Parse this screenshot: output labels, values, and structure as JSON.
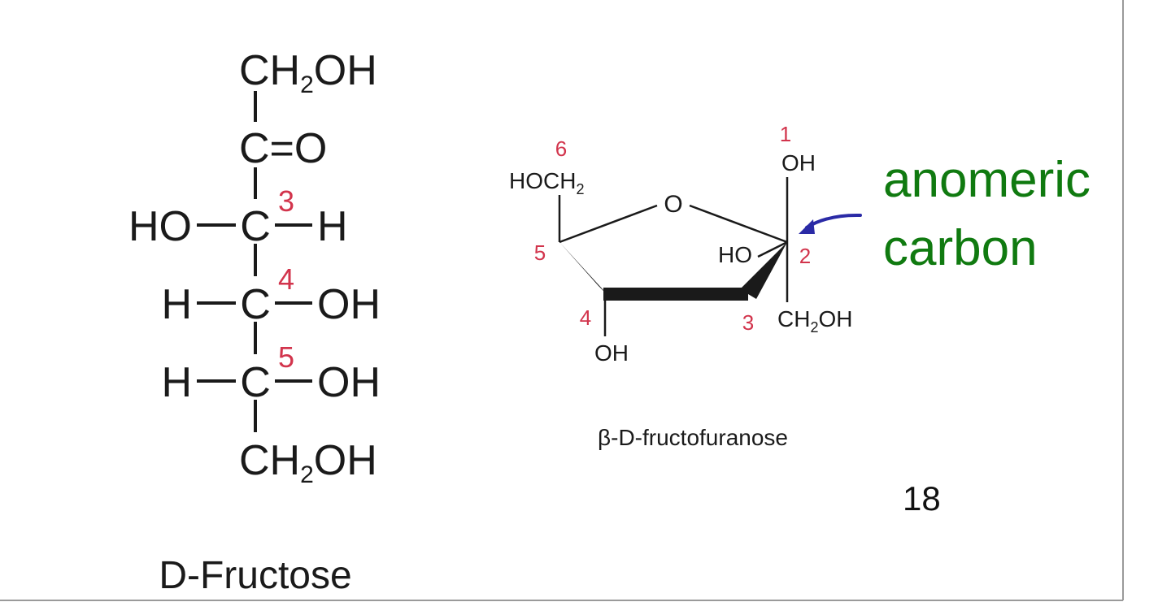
{
  "colors": {
    "background": "#ffffff",
    "frame": "#9a9a9a",
    "structure": "#1a1a1a",
    "atom_number": "#d2344c",
    "annotation_text": "#107a10",
    "annotation_arrow": "#2a2aa6"
  },
  "fischer": {
    "top_group": {
      "main": "CH",
      "sub": "2",
      "tail": "OH"
    },
    "carbonyl": "C=O",
    "rows": [
      {
        "left": "HO",
        "number": "3",
        "right": "H"
      },
      {
        "left": "H",
        "number": "4",
        "right": "OH"
      },
      {
        "left": "H",
        "number": "5",
        "right": "OH"
      }
    ],
    "carbon_symbol": "C",
    "bottom_group": {
      "main": "CH",
      "sub": "2",
      "tail": "OH"
    },
    "name": "D-Fructose"
  },
  "haworth": {
    "ring_oxygen": "O",
    "c6_group": {
      "main": "HOCH",
      "sub": "2"
    },
    "c1_substituent": "OH",
    "c2_up_substituent": "HO",
    "c2_down_group": {
      "main": "CH",
      "sub": "2",
      "tail": "OH"
    },
    "c4_substituent": "OH",
    "numbers": {
      "n1": "1",
      "n2": "2",
      "n3": "3",
      "n4": "4",
      "n5": "5",
      "n6": "6"
    },
    "name": "β-D-fructofuranose"
  },
  "annotation": {
    "line1": "anomeric",
    "line2": "carbon"
  },
  "slide_number": "18"
}
